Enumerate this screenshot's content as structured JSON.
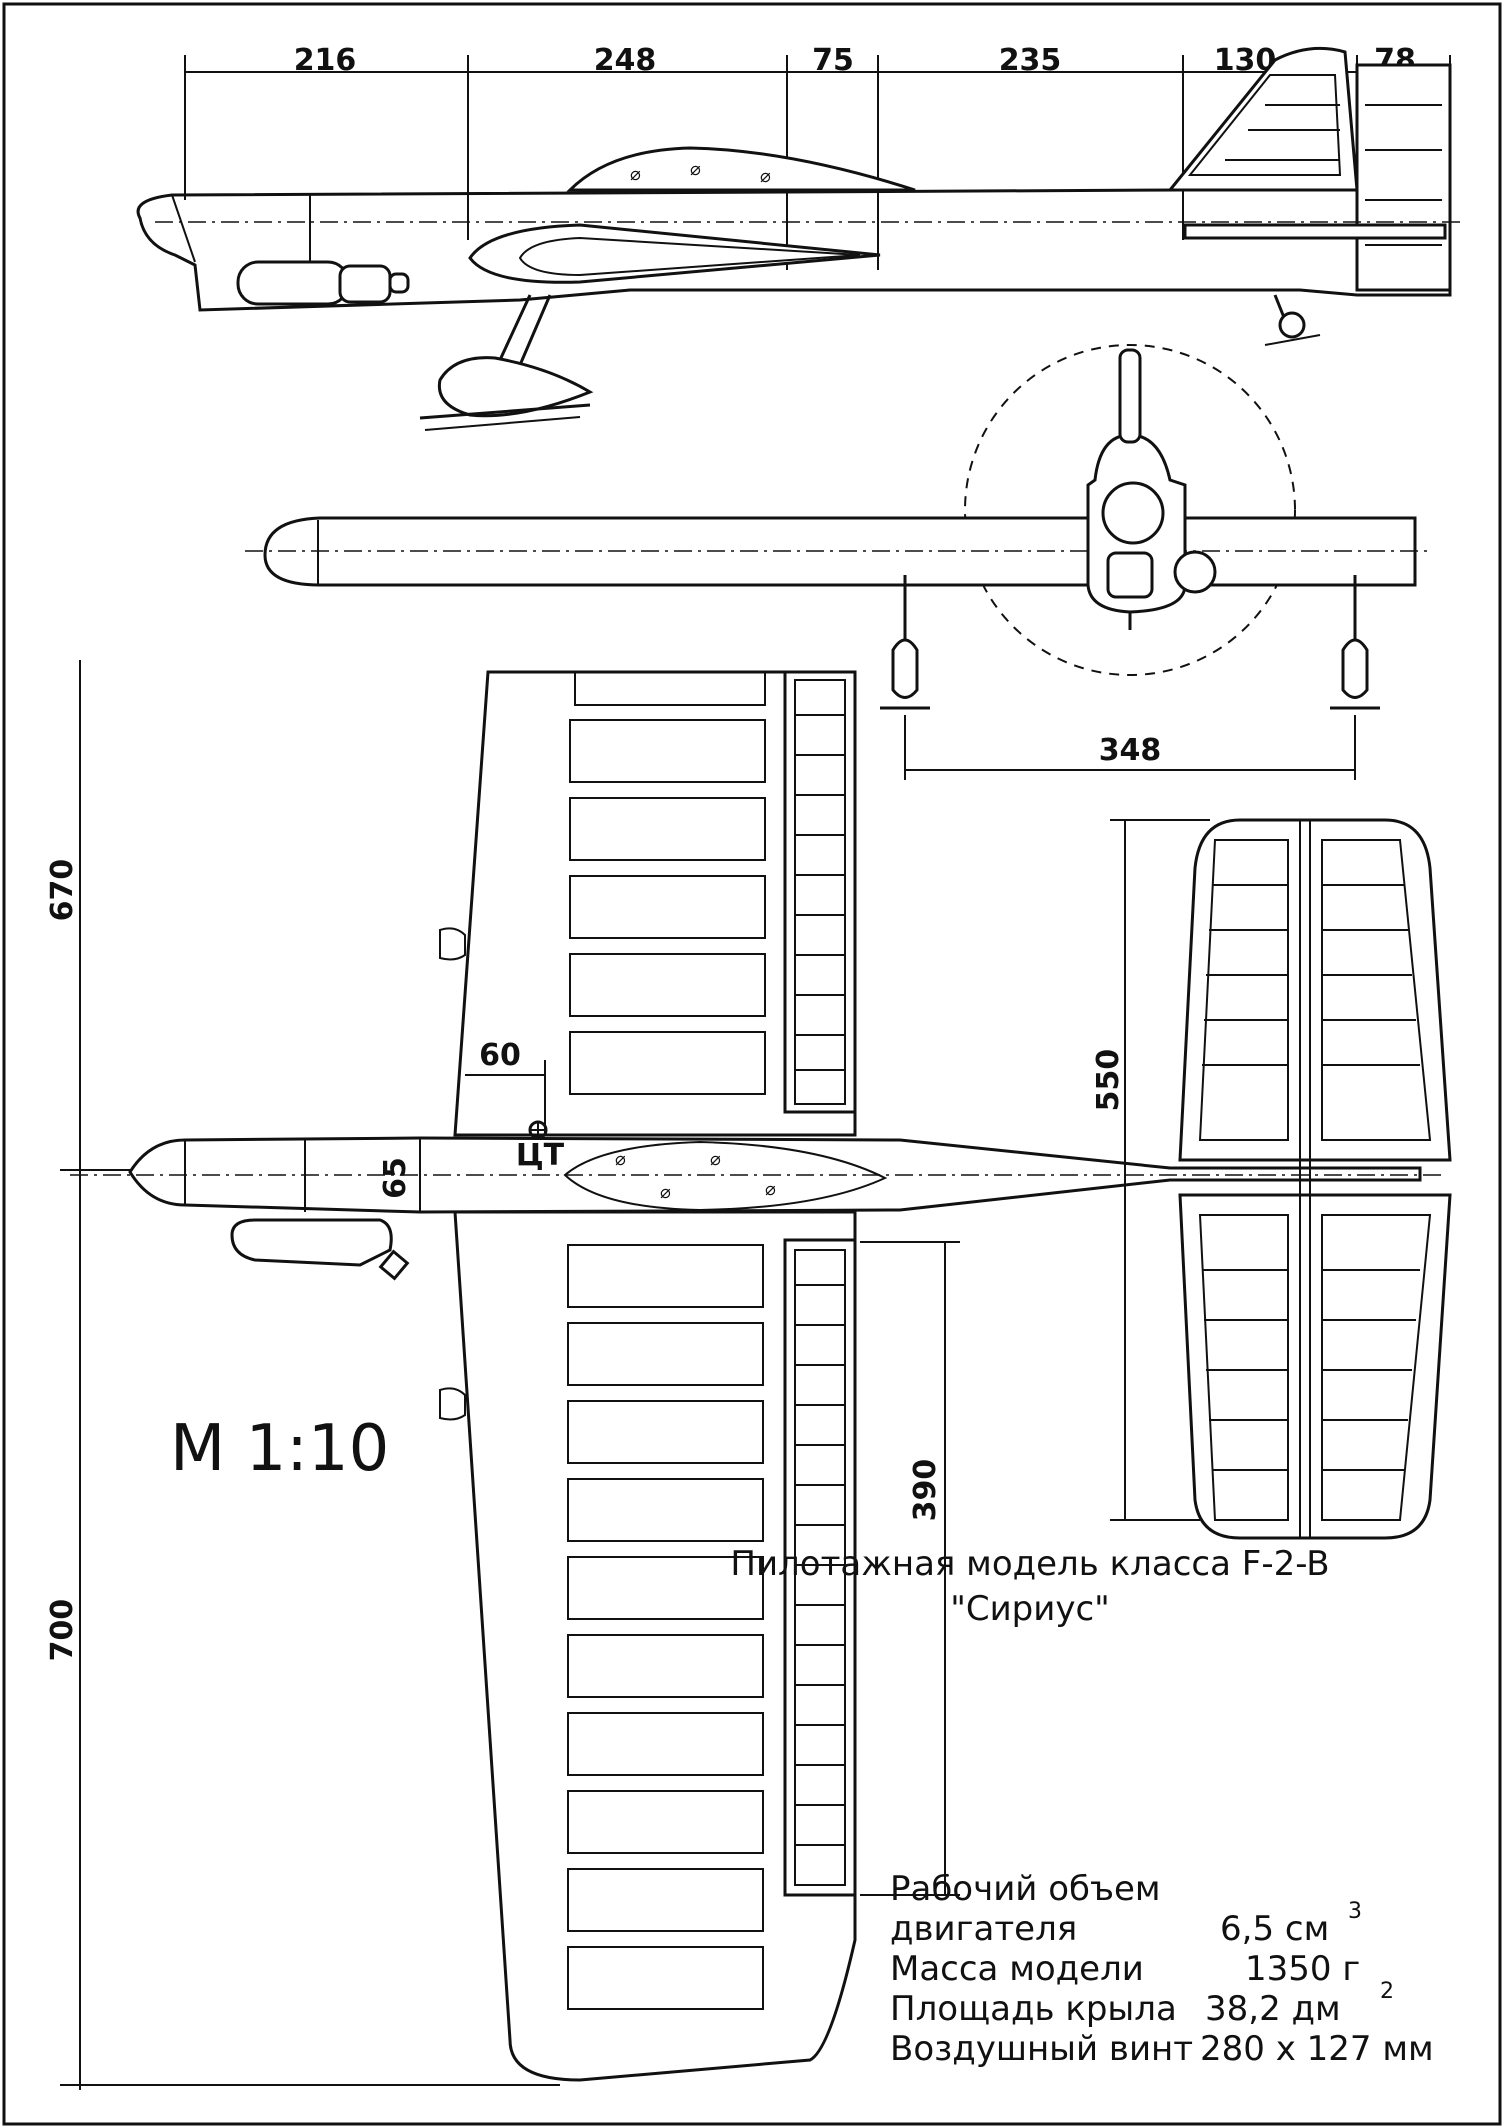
{
  "dimensions": {
    "side_view": [
      "216",
      "248",
      "75",
      "235",
      "130",
      "78"
    ],
    "wheel_track": "348",
    "half_span_upper": "670",
    "half_span_lower": "700",
    "cg_offset": "60",
    "fuselage_width": "65",
    "cg_label": "ЦТ",
    "flap_length": "390",
    "stab_span": "550"
  },
  "scale": "М 1:10",
  "title": {
    "line1": "Пилотажная модель класса F-2-B",
    "line2": "\"Сириус\""
  },
  "specs": [
    {
      "label": "Рабочий объем",
      "value": ""
    },
    {
      "label": "двигателя",
      "value": "6,5 см",
      "sup": "3"
    },
    {
      "label": "Масса модели",
      "value": "1350 г",
      "sup": ""
    },
    {
      "label": "Площадь крыла",
      "value": "38,2  дм",
      "sup": "2"
    },
    {
      "label": "Воздушный винт",
      "value": "280 x 127 мм",
      "sup": ""
    }
  ]
}
